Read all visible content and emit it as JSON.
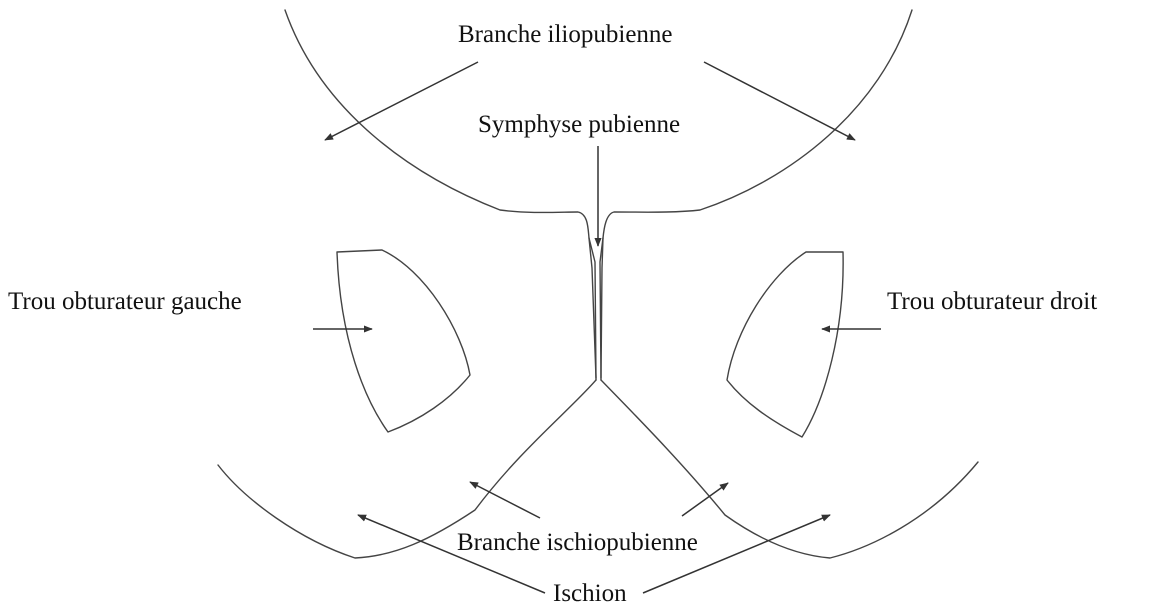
{
  "labels": {
    "iliopubic_branch": "Branche iliopubienne",
    "pubic_symphysis": "Symphyse pubienne",
    "left_obturator_foramen": "Trou obturateur gauche",
    "right_obturator_foramen": "Trou obturateur droit",
    "ischiopubic_branch": "Branche ischiopubienne",
    "ischium": "Ischion"
  },
  "colors": {
    "outline": "#444444",
    "arrow": "#333333",
    "text": "#111111",
    "background": "#ffffff"
  }
}
